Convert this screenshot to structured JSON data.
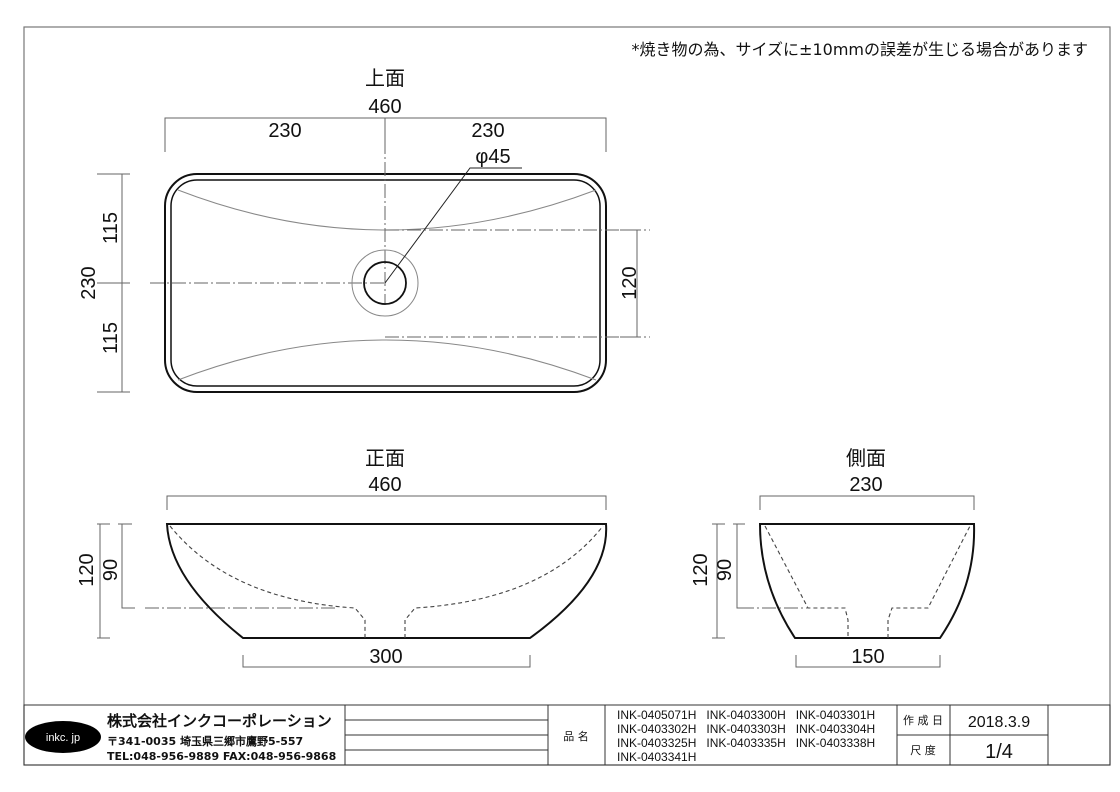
{
  "note": "*焼き物の為、サイズに±10mmの誤差が生じる場合があります",
  "top_view": {
    "title": "上面",
    "width_total": "460",
    "width_left": "230",
    "width_right": "230",
    "drain": "φ45",
    "depth_total": "230",
    "depth_upper": "115",
    "depth_lower": "115",
    "bowl_width": "120"
  },
  "front_view": {
    "title": "正面",
    "width_total": "460",
    "height_total": "120",
    "inner_depth": "90",
    "base_width": "300"
  },
  "side_view": {
    "title": "側面",
    "width_total": "230",
    "height_total": "120",
    "inner_depth": "90",
    "base_width": "150"
  },
  "title_block": {
    "logo_text": "inkc. jp",
    "company": "株式会社インクコーポレーション",
    "address": "〒341-0035 埼玉県三郷市鷹野5-557",
    "contact": "TEL:048-956-9889  FAX:048-956-9868",
    "product_label": "品 名",
    "product_codes": [
      "INK-0405071H   INK-0403300H   INK-0403301H",
      "INK-0403302H   INK-0403303H   INK-0403304H",
      "INK-0403325H   INK-0403335H   INK-0403338H",
      "INK-0403341H"
    ],
    "date_label": "作 成 日",
    "date_value": "2018.3.9",
    "scale_label": "尺 度",
    "scale_value": "1/4"
  }
}
